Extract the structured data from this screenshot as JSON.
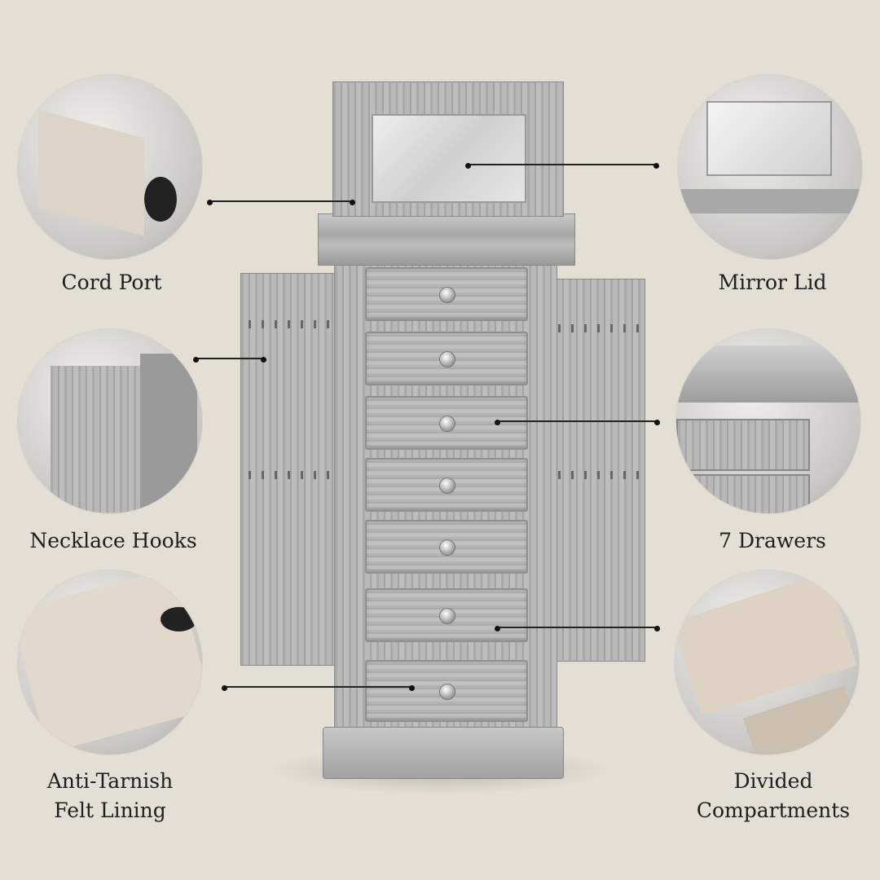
{
  "features": {
    "cord_port": "Cord Port",
    "mirror_lid": "Mirror Lid",
    "necklace_hooks": "Necklace Hooks",
    "drawers": "7 Drawers",
    "felt_lining_line1": "Anti-Tarnish",
    "felt_lining_line2": "Felt Lining",
    "compartments_line1": "Divided",
    "compartments_line2": "Compartments"
  },
  "colors": {
    "background": "#e4ded4",
    "cabinet": "#b3b3b3",
    "text": "#1e1e1e"
  }
}
